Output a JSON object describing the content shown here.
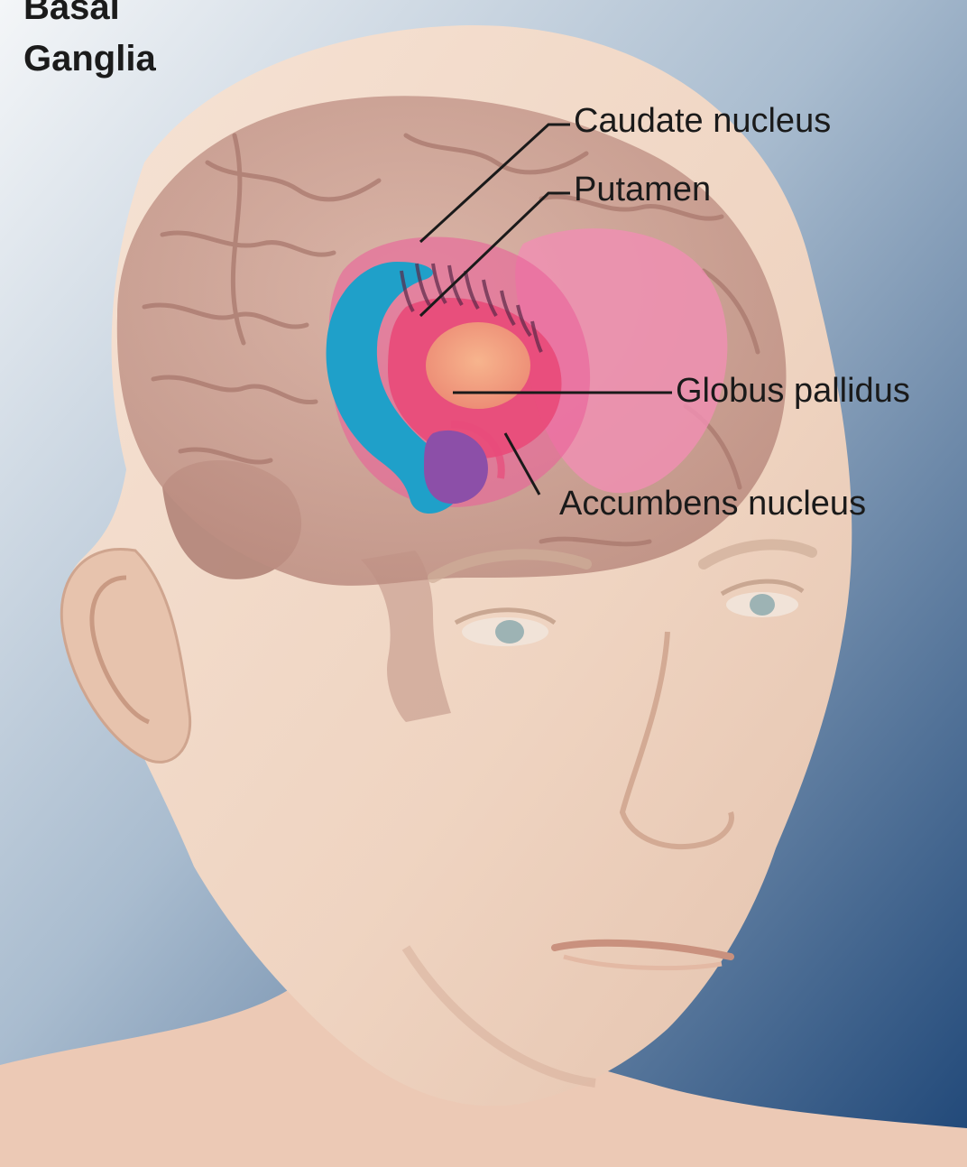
{
  "title": {
    "line1": "Basal",
    "line2": "Ganglia"
  },
  "labels": {
    "caudate": "Caudate nucleus",
    "putamen": "Putamen",
    "globus": "Globus pallidus",
    "accumbens": "Accumbens nucleus"
  },
  "colors": {
    "background_light": "#e9eef4",
    "background_dark": "#234b7a",
    "skin": "#f1d9c8",
    "brain": "#c99c8f",
    "caudate": "#1fa0c9",
    "putamen": "#e84b7a",
    "globus": "#f2a07a",
    "accumbens": "#8c4fa8",
    "thalamus": "#ef8fb2",
    "eye": "#9db3b4"
  }
}
